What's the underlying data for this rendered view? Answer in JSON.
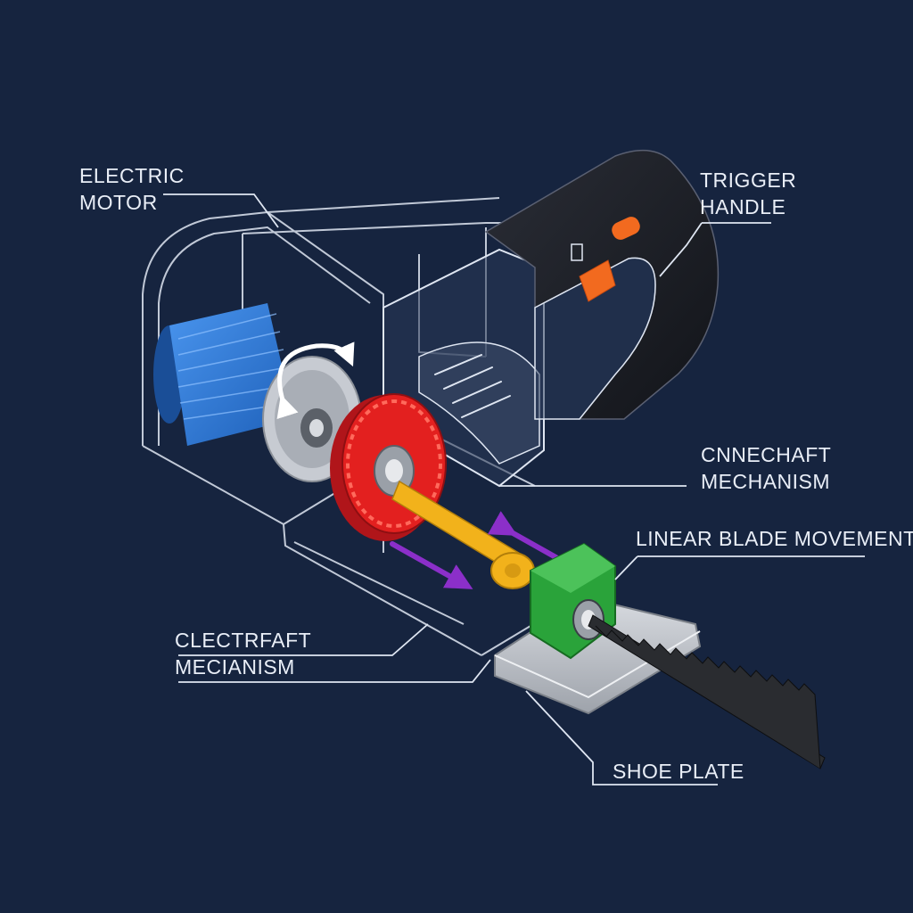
{
  "colors": {
    "background": "#16243f",
    "outline": "#dfe6f2",
    "motor": "#2f78d6",
    "gear": "#e3201f",
    "shaft": "#f2b21b",
    "block": "#2aa33a",
    "arrow": "#8b2fc9",
    "trigger": "#f26a1f",
    "handle": "#1d1f26",
    "plate": "#c9ccd2",
    "blade": "#2a2c30"
  },
  "labels": {
    "electric_motor": {
      "line1": "ELECTRIC",
      "line2": "MOTOR"
    },
    "trigger_handle": {
      "line1": "TRIGGER",
      "line2": "HANDLE"
    },
    "connecting_shaft": {
      "line1": "CNNECHAFT",
      "line2": "MECHANISM"
    },
    "linear_blade": {
      "line1": "LINEAR BLADE MOVEMENT"
    },
    "crankshaft": {
      "line1": "CLECTRFAFT",
      "line2": "MECIANISM"
    },
    "shoe_plate": {
      "line1": "SHOE PLATE"
    }
  },
  "icons": [
    "rotation-arrow-icon",
    "motion-arrow-icon"
  ]
}
